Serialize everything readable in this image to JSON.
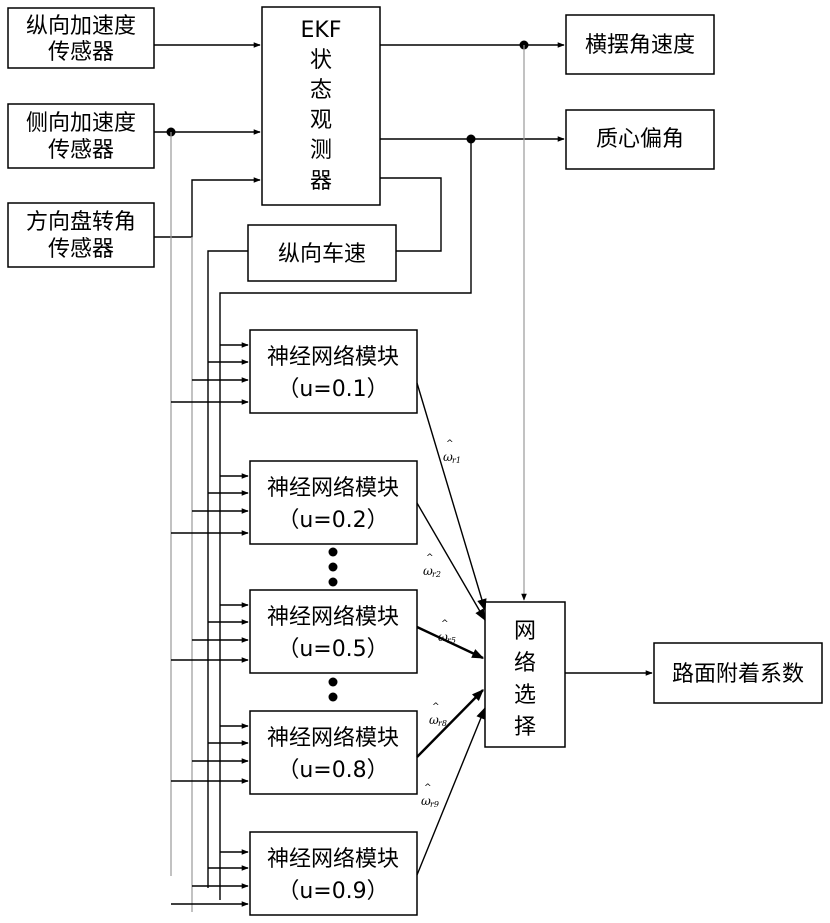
{
  "inputs": {
    "long_accel": [
      "纵向加速度",
      "传感器"
    ],
    "lat_accel": [
      "侧向加速度",
      "传感器"
    ],
    "steer": [
      "方向盘转角",
      "传感器"
    ]
  },
  "ekf": [
    "EKF",
    "状",
    "态",
    "观",
    "测",
    "器"
  ],
  "long_speed": "纵向车速",
  "outputs": {
    "yaw_rate": "横摆角速度",
    "sideslip": "质心偏角"
  },
  "modules": [
    {
      "title": "神经网络模块",
      "param": "（u=0.1）",
      "omega_sub": "r1"
    },
    {
      "title": "神经网络模块",
      "param": "（u=0.2）",
      "omega_sub": "r2"
    },
    {
      "title": "神经网络模块",
      "param": "（u=0.5）",
      "omega_sub": "r5"
    },
    {
      "title": "神经网络模块",
      "param": "（u=0.8）",
      "omega_sub": "r8"
    },
    {
      "title": "神经网络模块",
      "param": "（u=0.9）",
      "omega_sub": "r9"
    }
  ],
  "omega_symbol": "ω",
  "hat_symbol": "^",
  "selector": [
    "网",
    "络",
    "选",
    "择"
  ],
  "result": "路面附着系数"
}
